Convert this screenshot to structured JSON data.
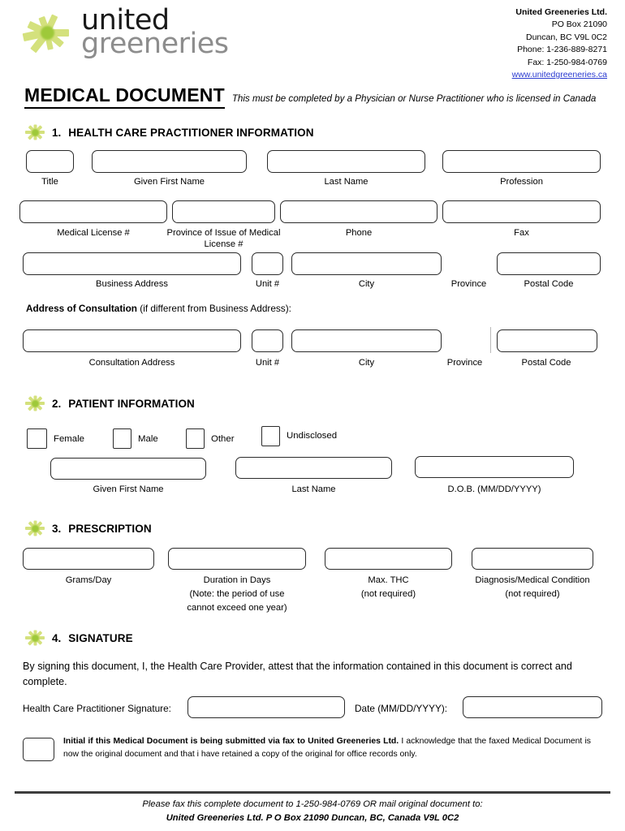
{
  "header": {
    "logo_word_1": "united",
    "logo_word_2": "greeneries",
    "logo_icon": "starburst-leaf-icon",
    "company_name": "United Greeneries Ltd.",
    "po_box": "PO Box 21090",
    "city_line": "Duncan, BC V9L 0C2",
    "phone": "Phone: 1-236-889-8271",
    "fax": "Fax: 1-250-984-0769",
    "website": "www.unitedgreeneries.ca"
  },
  "title": {
    "main": "MEDICAL DOCUMENT",
    "subtitle": "This must be completed by a Physician or Nurse Practitioner who is licensed in Canada"
  },
  "sections": [
    {
      "number": "1.",
      "label": "HEALTH CARE PRACTITIONER INFORMATION"
    },
    {
      "number": "2.",
      "label": "PATIENT INFORMATION"
    },
    {
      "number": "3.",
      "label": "PRESCRIPTION"
    },
    {
      "number": "4.",
      "label": "SIGNATURE"
    }
  ],
  "practitioner": {
    "row1": [
      {
        "label": "Title",
        "value": ""
      },
      {
        "label": "Given First Name",
        "value": ""
      },
      {
        "label": "Last Name",
        "value": ""
      },
      {
        "label": "Profession",
        "value": ""
      }
    ],
    "row2": [
      {
        "label": "Medical License #",
        "value": ""
      },
      {
        "label": "Province of Issue of Medical License #",
        "value": ""
      },
      {
        "label": "Phone",
        "value": ""
      },
      {
        "label": "Fax",
        "value": ""
      }
    ],
    "row3": [
      {
        "label": "Business Address",
        "value": ""
      },
      {
        "label": "Unit #",
        "value": ""
      },
      {
        "label": "City",
        "value": ""
      },
      {
        "label": "Province",
        "value": ""
      },
      {
        "label": "Postal Code",
        "value": ""
      }
    ],
    "consultation_heading_bold": "Address of Consultation",
    "consultation_heading_rest": "(if different from Business Address):",
    "row4": [
      {
        "label": "Consultation Address",
        "value": ""
      },
      {
        "label": "Unit #",
        "value": ""
      },
      {
        "label": "City",
        "value": ""
      },
      {
        "label": "Province",
        "value": ""
      },
      {
        "label": "Postal Code",
        "value": ""
      }
    ]
  },
  "patient": {
    "gender_options": [
      {
        "label": "Female",
        "checked": false
      },
      {
        "label": "Male",
        "checked": false
      },
      {
        "label": "Other",
        "checked": false
      },
      {
        "label": "Undisclosed",
        "checked": false
      }
    ],
    "fields": [
      {
        "label": "Given First Name",
        "value": ""
      },
      {
        "label": "Last Name",
        "value": ""
      },
      {
        "label": "D.O.B. (MM/DD/YYYY)",
        "value": ""
      }
    ]
  },
  "prescription": {
    "fields": [
      {
        "label_line1": "Grams/Day",
        "label_line2": "",
        "label_line3": "",
        "value": ""
      },
      {
        "label_line1": "Duration in Days",
        "label_line2": "(Note: the period of use",
        "label_line3": "cannot exceed one year)",
        "value": ""
      },
      {
        "label_line1": "Max. THC",
        "label_line2": "(not required)",
        "label_line3": "",
        "value": ""
      },
      {
        "label_line1": "Diagnosis/Medical Condition",
        "label_line2": "(not required)",
        "label_line3": "",
        "value": ""
      }
    ]
  },
  "signature": {
    "attestation": "By signing this document, I, the Health Care Provider, attest that the information contained in this document is correct and complete.",
    "signature_label": "Health Care Practitioner Signature:",
    "signature_value": "",
    "date_label": "Date (MM/DD/YYYY):",
    "date_value": ""
  },
  "fax_initial": {
    "bold_text": "Initial if this Medical Document is being submitted via fax to United Greeneries Ltd.",
    "rest_text": " I acknowledge that the faxed Medical Document is now the original document and that i have retained a copy of the original for office records only.",
    "initial_value": ""
  },
  "footer": {
    "line1": "Please fax this complete document to 1-250-984-0769 OR mail original document to:",
    "line2": "United Greeneries Ltd. P O Box 21090 Duncan, BC, Canada V9L 0C2"
  },
  "colors": {
    "leaf_light": "#d4e17d",
    "leaf_core": "#9ec93a",
    "link": "#2a3ad0",
    "border": "#2b2b2b"
  }
}
